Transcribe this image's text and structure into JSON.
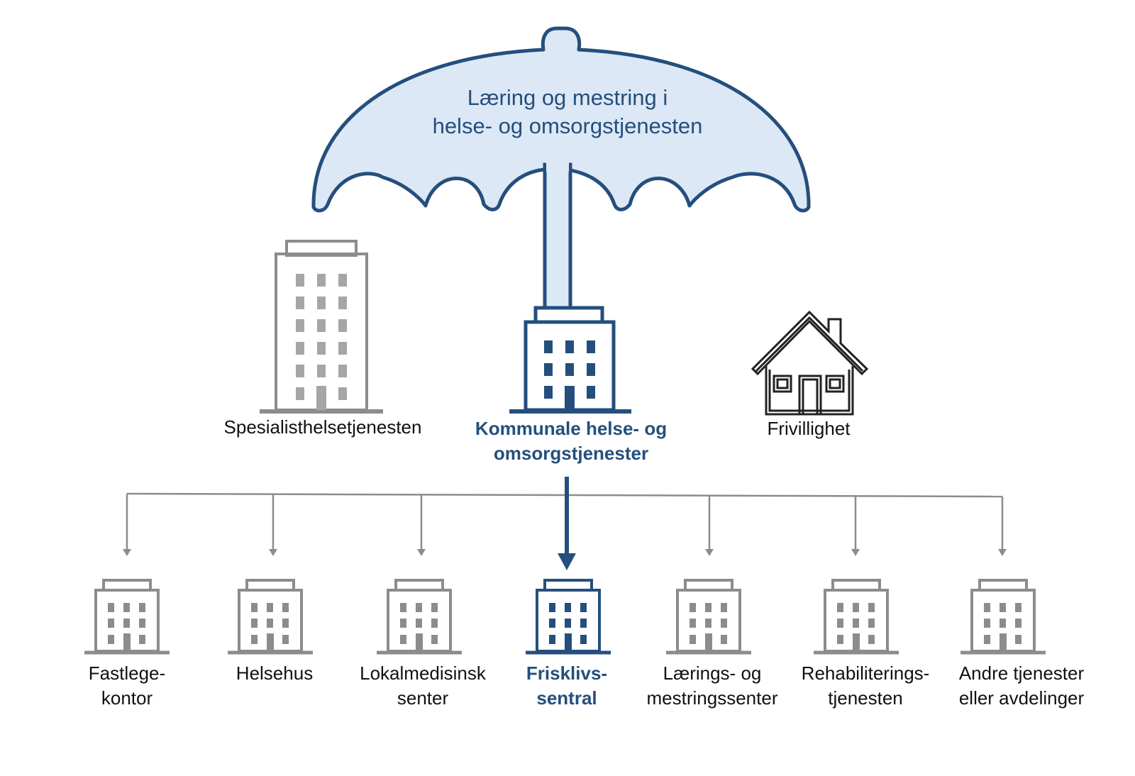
{
  "umbrella": {
    "line1": "Læring og mestring i",
    "line2": "helse- og omsorgstjenesten"
  },
  "top": {
    "left_label": "Spesialisthelsetjenesten",
    "center_line1": "Kommunale helse- og",
    "center_line2": "omsorgstjenester",
    "right_label": "Frivillighet"
  },
  "services": [
    {
      "line1": "Fastlege-",
      "line2": "kontor",
      "highlight": false
    },
    {
      "line1": "Helsehus",
      "line2": "",
      "highlight": false
    },
    {
      "line1": "Lokalmedisinsk",
      "line2": "senter",
      "highlight": false
    },
    {
      "line1": "Frisklivs-",
      "line2": "sentral",
      "highlight": true
    },
    {
      "line1": "Lærings- og",
      "line2": "mestringssenter",
      "highlight": false
    },
    {
      "line1": "Rehabiliterings-",
      "line2": "tjenesten",
      "highlight": false
    },
    {
      "line1": "Andre tjenester",
      "line2": "eller avdelinger",
      "highlight": false
    }
  ],
  "colors": {
    "accent": "#244f7d",
    "umbrella_fill": "#dce8f5",
    "gray": "#8c8c8c",
    "window_gray": "#a6a6a6"
  }
}
